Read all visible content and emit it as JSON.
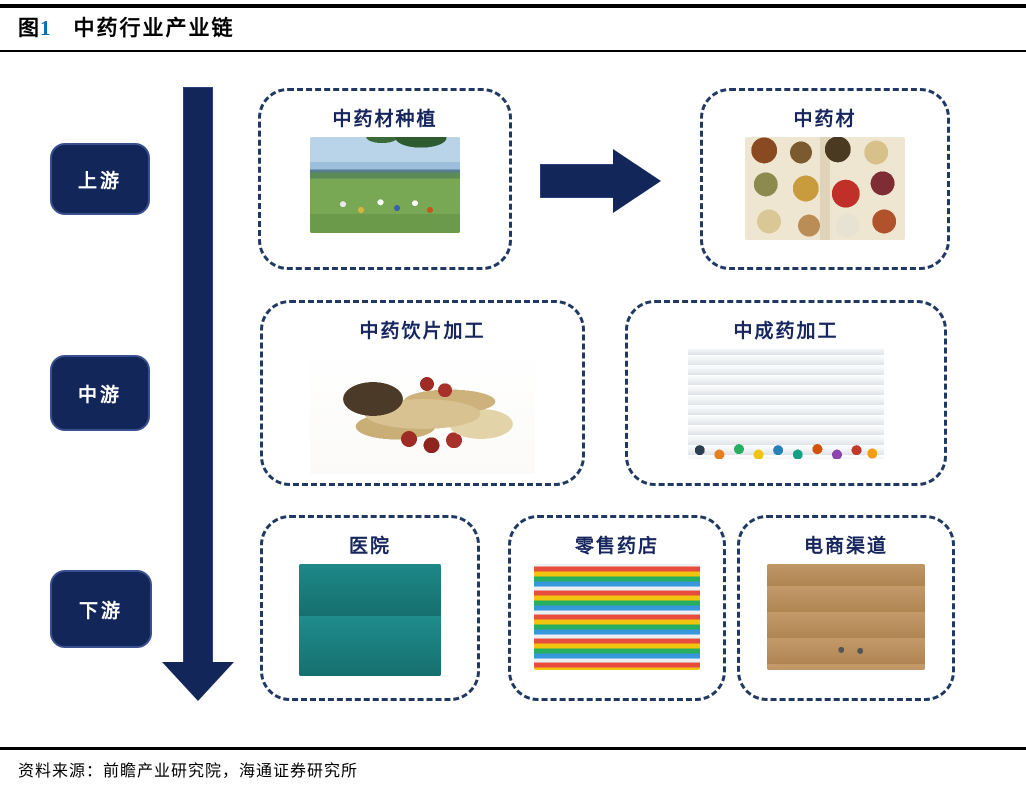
{
  "header": {
    "figure_char": "图",
    "figure_number": "1",
    "title": "中药行业产业链"
  },
  "colors": {
    "navy": "#12265A",
    "dash_border": "#1F3864",
    "figure_number_blue": "#0070C0"
  },
  "stages": [
    {
      "label": "上游"
    },
    {
      "label": "中游"
    },
    {
      "label": "下游"
    }
  ],
  "boxes": [
    {
      "label": "中药材种植",
      "photo": "farm-photo"
    },
    {
      "label": "中药材",
      "photo": "herbs-photo"
    },
    {
      "label": "中药饮片加工",
      "photo": "decoction-pieces-photo"
    },
    {
      "label": "中成药加工",
      "photo": "medicine-bottles-photo"
    },
    {
      "label": "医院",
      "photo": "hospital-photo"
    },
    {
      "label": "零售药店",
      "photo": "pharmacy-photo"
    },
    {
      "label": "电商渠道",
      "photo": "ecommerce-photo"
    }
  ],
  "footer": {
    "source": "资料来源：前瞻产业研究院，海通证券研究所"
  }
}
